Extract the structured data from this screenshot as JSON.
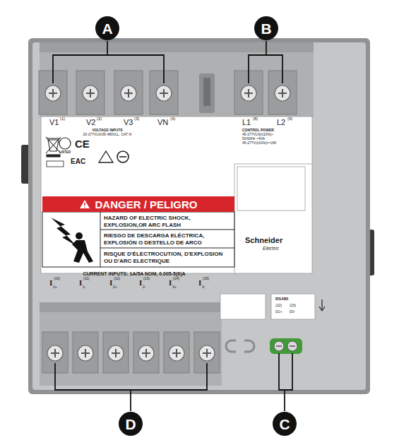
{
  "diagram": {
    "nodes": [
      {
        "text": [
          "A"
        ]
      },
      {
        "text": [
          "B"
        ]
      },
      {
        "text": [
          "DANGER / PELIGRO"
        ]
      },
      {
        "text": [
          "D"
        ]
      },
      {
        "text": [
          "C"
        ]
      }
    ],
    "labels": [
      "V1",
      "(1)",
      "V2",
      "(2)",
      "V3",
      "(3)",
      "VN",
      "(4)",
      "VOLTAGE INPUTS",
      "20-277VLN/35-480VLL, CAT III",
      "L1",
      "(8)",
      "L2",
      "(9)",
      "CONTROL POWER",
      "45-277VLN(±10%)~",
      "50/60Hz <4VA",
      "45-277V(±10%)=<2W",
      "CE",
      "LISTED",
      "EAC",
      "HAZARD OF ELECTRIC SHOCK, EXPLOSION,OR ARC FLASH",
      "RIESGO DE DESCARGA ELÉCTRICA, EXPLOSIÓN O DESTELLO DE ARCO",
      "RISQUE D'ÉLECTROCUTION, D'EXPLOSION OU D'ARC ELECTRIQUE",
      "CURRENT INPUTS: 1A/5A NOM, 0.005-5(6)A",
      "(10)",
      "I",
      "1+",
      "(11)",
      "I",
      "1-",
      "(12)",
      "I",
      "2+",
      "(13)",
      "I",
      "2-",
      "(14)",
      "I",
      "3+",
      "(15)",
      "I",
      "3-",
      "Schneider",
      "Electric",
      "RS485",
      "(22)",
      "(23)",
      "D1+",
      "D0-"
    ]
  }
}
